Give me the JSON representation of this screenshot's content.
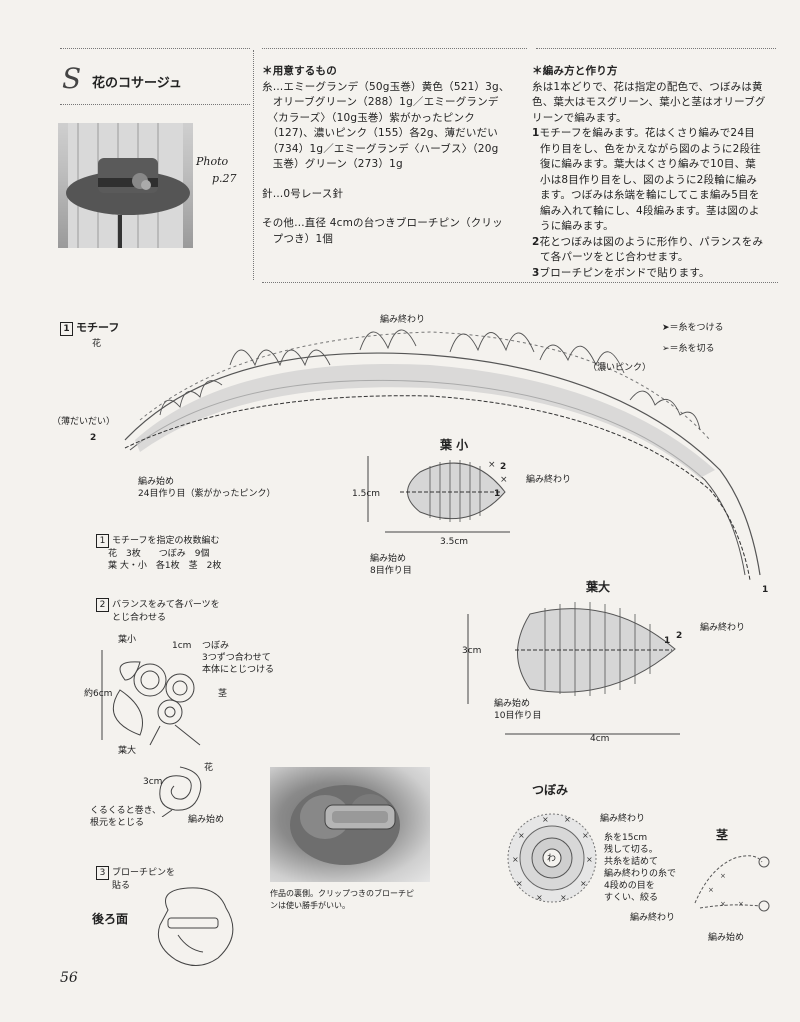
{
  "header": {
    "title_mark": "S",
    "title": "花のコサージュ",
    "photo_label": "Photo",
    "photo_page": "p.27"
  },
  "materials": {
    "heading": "＊用意するもの",
    "lines": [
      "糸…エミーグランデ（50g玉巻）黄色（521）3g、",
      "　オリーブグリーン（288）1g／エミーグランデ",
      "　〈カラーズ〉（10g玉巻）紫がかったピンク",
      "　（127)、濃いピンク（155）各2g、薄だいだい",
      "　（734）1g／エミーグランデ〈ハーブス〉（20g",
      "　玉巻）グリーン（273）1g"
    ],
    "needle": "針…0号レース針",
    "other": [
      "その他…直径 4cmの台つきブローチピン（クリッ",
      "　プつき）1個"
    ]
  },
  "instructions": {
    "heading": "＊編み方と作り方",
    "intro": [
      "糸は1本どりで、花は指定の配色で、つぼみは黄",
      "色、葉大はモスグリーン、葉小と茎はオリーブグ",
      "リーンで編みます。"
    ],
    "steps": [
      {
        "num": "1",
        "lines": [
          "モチーフを編みます。花はくさり編みで24目",
          "作り目をし、色をかえながら図のように2段往",
          "復に編みます。葉大はくさり編みで10目、葉",
          "小は8目作り目をし、図のように2段輪に編み",
          "ます。つぼみは糸端を輪にしてこま編み5目を",
          "編み入れて輪にし、4段編みます。茎は図のよ",
          "うに編みます。"
        ]
      },
      {
        "num": "2",
        "lines": [
          "花とつぼみは図のように形作り、パランスをみ",
          "て各パーツをとじ合わせます。"
        ]
      },
      {
        "num": "3",
        "lines": [
          "ブローチピンをボンドで貼ります。"
        ]
      }
    ]
  },
  "motif": {
    "num": "1",
    "title": "モチーフ",
    "flower": "花",
    "legend_join": "＝糸をつける",
    "legend_cut": "＝糸を切る",
    "end_label": "編み終わり",
    "dark_pink": "（濃いピンク）",
    "light_orange": "（薄だいだい）",
    "mark_2": "2",
    "mark_1": "1",
    "start_label": "編み始め",
    "start_note": "24目作り目（紫がかったピンク）"
  },
  "leaf_small": {
    "title": "葉 小",
    "height": "1.5cm",
    "width": "3.5cm",
    "end": "編み終わり",
    "start": "編み始め",
    "start_note": "8目作り目",
    "mark_1": "1",
    "mark_2": "2"
  },
  "leaf_large": {
    "title": "葉大",
    "height": "3cm",
    "width": "4cm",
    "end": "編み終わり",
    "start": "編み始め",
    "start_note": "10目作り目",
    "mark_1": "1",
    "mark_2": "2"
  },
  "bud": {
    "title": "つぼみ",
    "end": "編み終わり",
    "center": "わ",
    "note": [
      "糸を15cm",
      "残して切る。",
      "共糸を詰めて",
      "編み終わりの糸で",
      "4段めの目を",
      "すくい、絞る"
    ]
  },
  "stem": {
    "title": "茎",
    "end": "編み終わり",
    "start": "編み始め"
  },
  "assembly": {
    "step1_num": "1",
    "step1_title": "モチーフを指定の枚数編む",
    "counts": [
      "花　3枚　　つぼみ　9個",
      "葉 大・小　各1枚　茎　2枚"
    ],
    "step2_num": "2",
    "step2_title": [
      "バランスをみて各パーツを",
      "とじ合わせる"
    ],
    "leaf_small": "葉小",
    "size_1cm": "1cm",
    "bud_label": "つぼみ",
    "bud_note": [
      "3つずつ合わせて",
      "本体にとじつける"
    ],
    "width": "約6cm",
    "stem": "茎",
    "leaf_large": "葉大",
    "size_3cm": "3cm",
    "flower": "花",
    "roll_note": [
      "くるくると巻き、",
      "根元をとじる"
    ],
    "start": "編み始め",
    "step3_num": "3",
    "step3_title": [
      "ブローチピンを",
      "貼る"
    ],
    "back": "後ろ面"
  },
  "photo_caption": [
    "作品の裏側。クリップつきのブローチピ",
    "ンは使い勝手がいい。"
  ],
  "page_number": "56"
}
